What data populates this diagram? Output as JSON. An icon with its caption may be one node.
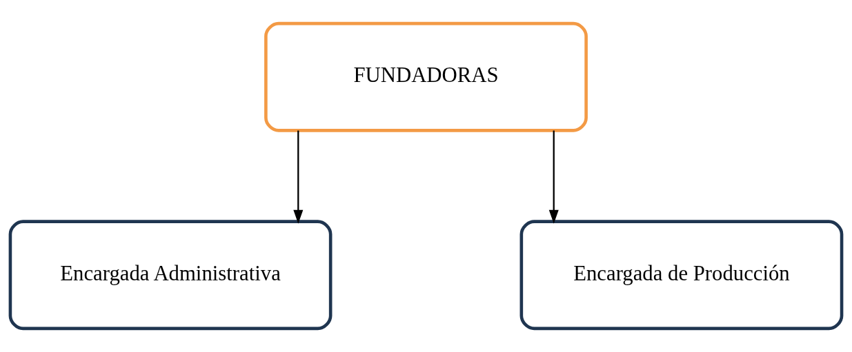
{
  "diagram": {
    "nodes": [
      {
        "text": [
          "FUNDADORAS"
        ]
      },
      {
        "text": [
          "Encargada Administrativa"
        ]
      },
      {
        "text": [
          "Encargada de Producción"
        ]
      }
    ],
    "edges": [
      {
        "from": 0,
        "to": 1,
        "arrow": "to"
      },
      {
        "from": 0,
        "to": 2,
        "arrow": "to"
      }
    ]
  }
}
